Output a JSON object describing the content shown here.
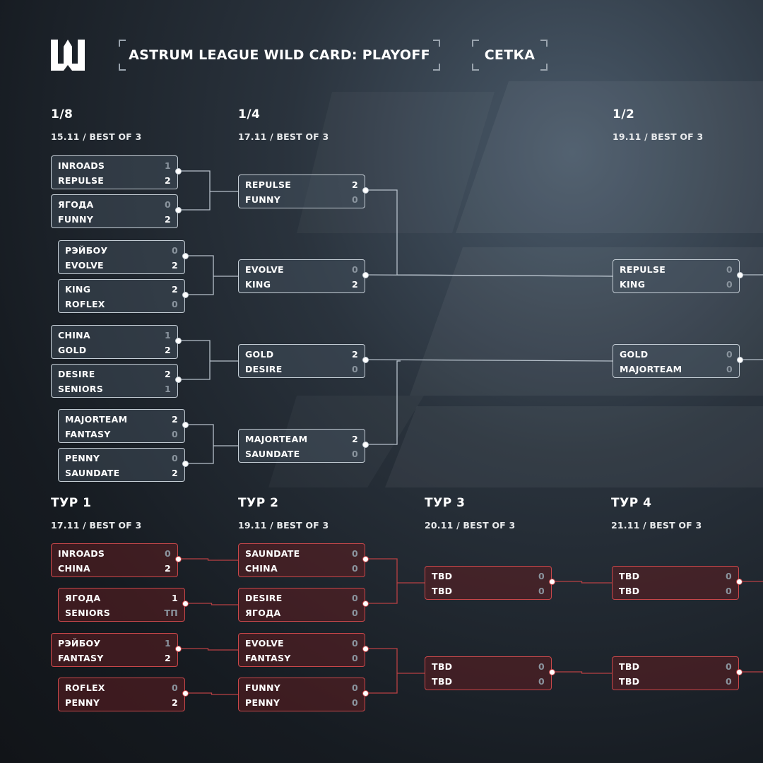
{
  "title": "ASTRUM LEAGUE WILD CARD: PLAYOFF",
  "tab": "СЕТКА",
  "colors": {
    "upper_border": "#c4cdd5",
    "lower_border": "#c9474a",
    "background": "#1a2027"
  },
  "upper": {
    "rounds": [
      {
        "label": "1/8",
        "date": "15.11 / BEST OF 3"
      },
      {
        "label": "1/4",
        "date": "17.11 / BEST OF 3"
      },
      {
        "label": "1/2",
        "date": "19.11 / BEST OF 3"
      }
    ],
    "matches": [
      {
        "t1": "INROADS",
        "s1": "1",
        "t2": "REPULSE",
        "s2": "2"
      },
      {
        "t1": "ЯГОДА",
        "s1": "0",
        "t2": "FUNNY",
        "s2": "2"
      },
      {
        "t1": "РЭЙБОУ",
        "s1": "0",
        "t2": "EVOLVE",
        "s2": "2"
      },
      {
        "t1": "KING",
        "s1": "2",
        "t2": "ROFLEX",
        "s2": "0"
      },
      {
        "t1": "CHINA",
        "s1": "1",
        "t2": "GOLD",
        "s2": "2"
      },
      {
        "t1": "DESIRE",
        "s1": "2",
        "t2": "SENIORS",
        "s2": "1"
      },
      {
        "t1": "MAJORTEAM",
        "s1": "2",
        "t2": "FANTASY",
        "s2": "0"
      },
      {
        "t1": "PENNY",
        "s1": "0",
        "t2": "SAUNDATE",
        "s2": "2"
      },
      {
        "t1": "REPULSE",
        "s1": "2",
        "t2": "FUNNY",
        "s2": "0"
      },
      {
        "t1": "EVOLVE",
        "s1": "0",
        "t2": "KING",
        "s2": "2"
      },
      {
        "t1": "GOLD",
        "s1": "2",
        "t2": "DESIRE",
        "s2": "0"
      },
      {
        "t1": "MAJORTEAM",
        "s1": "2",
        "t2": "SAUNDATE",
        "s2": "0"
      },
      {
        "t1": "REPULSE",
        "s1": "0",
        "t2": "KING",
        "s2": "0"
      },
      {
        "t1": "GOLD",
        "s1": "0",
        "t2": "MAJORTEAM",
        "s2": "0"
      }
    ]
  },
  "lower": {
    "rounds": [
      {
        "label": "ТУР 1",
        "date": "17.11 / BEST OF 3"
      },
      {
        "label": "ТУР 2",
        "date": "19.11 / BEST OF 3"
      },
      {
        "label": "ТУР 3",
        "date": "20.11 / BEST OF 3"
      },
      {
        "label": "ТУР 4",
        "date": "21.11 / BEST OF 3"
      }
    ],
    "matches": [
      {
        "t1": "INROADS",
        "s1": "0",
        "t2": "CHINA",
        "s2": "2"
      },
      {
        "t1": "ЯГОДА",
        "s1": "1",
        "t2": "SENIORS",
        "s2": "ТП"
      },
      {
        "t1": "РЭЙБОУ",
        "s1": "1",
        "t2": "FANTASY",
        "s2": "2"
      },
      {
        "t1": "ROFLEX",
        "s1": "0",
        "t2": "PENNY",
        "s2": "2"
      },
      {
        "t1": "SAUNDATE",
        "s1": "0",
        "t2": "CHINA",
        "s2": "0"
      },
      {
        "t1": "DESIRE",
        "s1": "0",
        "t2": "ЯГОДА",
        "s2": "0"
      },
      {
        "t1": "EVOLVE",
        "s1": "0",
        "t2": "FANTASY",
        "s2": "0"
      },
      {
        "t1": "FUNNY",
        "s1": "0",
        "t2": "PENNY",
        "s2": "0"
      },
      {
        "t1": "TBD",
        "s1": "0",
        "t2": "TBD",
        "s2": "0"
      },
      {
        "t1": "TBD",
        "s1": "0",
        "t2": "TBD",
        "s2": "0"
      },
      {
        "t1": "TBD",
        "s1": "0",
        "t2": "TBD",
        "s2": "0"
      },
      {
        "t1": "TBD",
        "s1": "0",
        "t2": "TBD",
        "s2": "0"
      }
    ]
  }
}
